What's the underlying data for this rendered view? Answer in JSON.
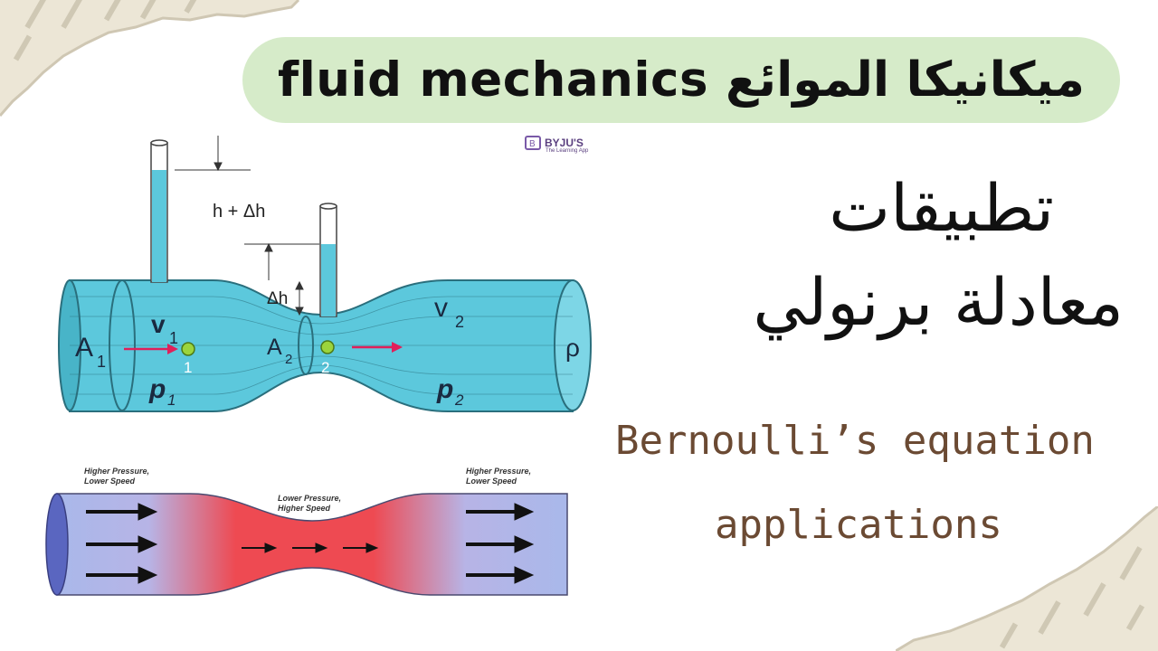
{
  "header": {
    "title": "fluid mechanics ميكانيكا الموائع"
  },
  "arabic_subtitle": {
    "line1": "تطبيقات",
    "line2": "معادلة برنولي"
  },
  "english_subtitle": {
    "line1": "Bernoulli’s equation",
    "line2": "applications"
  },
  "brand": {
    "name": "BYJU'S",
    "tagline": "The Learning App"
  },
  "venturi_diagram": {
    "height_label": "h + Δh",
    "delta_h_label": "Δh",
    "area_1": "A",
    "area_1_sub": "1",
    "area_2": "A",
    "area_2_sub": "2",
    "velocity_1": "v",
    "velocity_1_sub": "1",
    "velocity_2": "v",
    "velocity_2_sub": "2",
    "pressure_1": "p",
    "pressure_1_sub": "1",
    "pressure_2": "p",
    "pressure_2_sub": "2",
    "point_1": "1",
    "point_2": "2",
    "density": "ρ"
  },
  "pressure_diagram": {
    "left_label_1": "Higher Pressure,",
    "left_label_2": "Lower Speed",
    "center_label_1": "Lower Pressure,",
    "center_label_2": "Higher Speed",
    "right_label_1": "Higher Pressure,",
    "right_label_2": "Lower Speed"
  },
  "colors": {
    "pill": "#d6ebc9",
    "water": "#5cc8dc",
    "english_text": "#6b4a33",
    "arrow_red": "#e0205a",
    "pipe_blue": "#a9b8ea",
    "pipe_red": "#ee4a52"
  }
}
